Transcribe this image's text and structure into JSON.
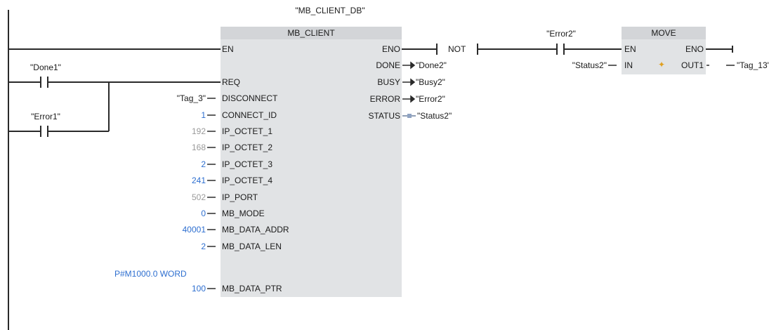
{
  "rung": {
    "db_instance": "\"MB_CLIENT_DB\"",
    "contact_done1": "\"Done1\"",
    "contact_error1": "\"Error1\"",
    "not_label": "NOT",
    "contact_error2": "\"Error2\""
  },
  "mb_client": {
    "title": "MB_CLIENT",
    "inputs": [
      {
        "pin": "EN",
        "value": ""
      },
      {
        "pin": "REQ",
        "value": ""
      },
      {
        "pin": "DISCONNECT",
        "value": "\"Tag_3\""
      },
      {
        "pin": "CONNECT_ID",
        "value": "1"
      },
      {
        "pin": "IP_OCTET_1",
        "value": "192"
      },
      {
        "pin": "IP_OCTET_2",
        "value": "168"
      },
      {
        "pin": "IP_OCTET_3",
        "value": "2"
      },
      {
        "pin": "IP_OCTET_4",
        "value": "241"
      },
      {
        "pin": "IP_PORT",
        "value": "502"
      },
      {
        "pin": "MB_MODE",
        "value": "0"
      },
      {
        "pin": "MB_DATA_ADDR",
        "value": "40001"
      },
      {
        "pin": "MB_DATA_LEN",
        "value": "2"
      },
      {
        "pin": "MB_DATA_PTR",
        "value": "100",
        "prefix": "P#M1000.0 WORD"
      }
    ],
    "outputs": [
      {
        "pin": "ENO",
        "value": ""
      },
      {
        "pin": "DONE",
        "value": "\"Done2\""
      },
      {
        "pin": "BUSY",
        "value": "\"Busy2\""
      },
      {
        "pin": "ERROR",
        "value": "\"Error2\""
      },
      {
        "pin": "STATUS",
        "value": "\"Status2\""
      }
    ]
  },
  "move": {
    "title": "MOVE",
    "en": "EN",
    "eno": "ENO",
    "in": "IN",
    "in_value": "\"Status2\"",
    "out1": "OUT1",
    "out1_value": "\"Tag_13\"",
    "add_pin_icon": "add-pin-icon"
  },
  "colors": {
    "block_body": "#e1e3e5",
    "block_header": "#d3d5d8",
    "constant_blue": "#2e6fd0",
    "constant_grey": "#9a9a9a"
  }
}
